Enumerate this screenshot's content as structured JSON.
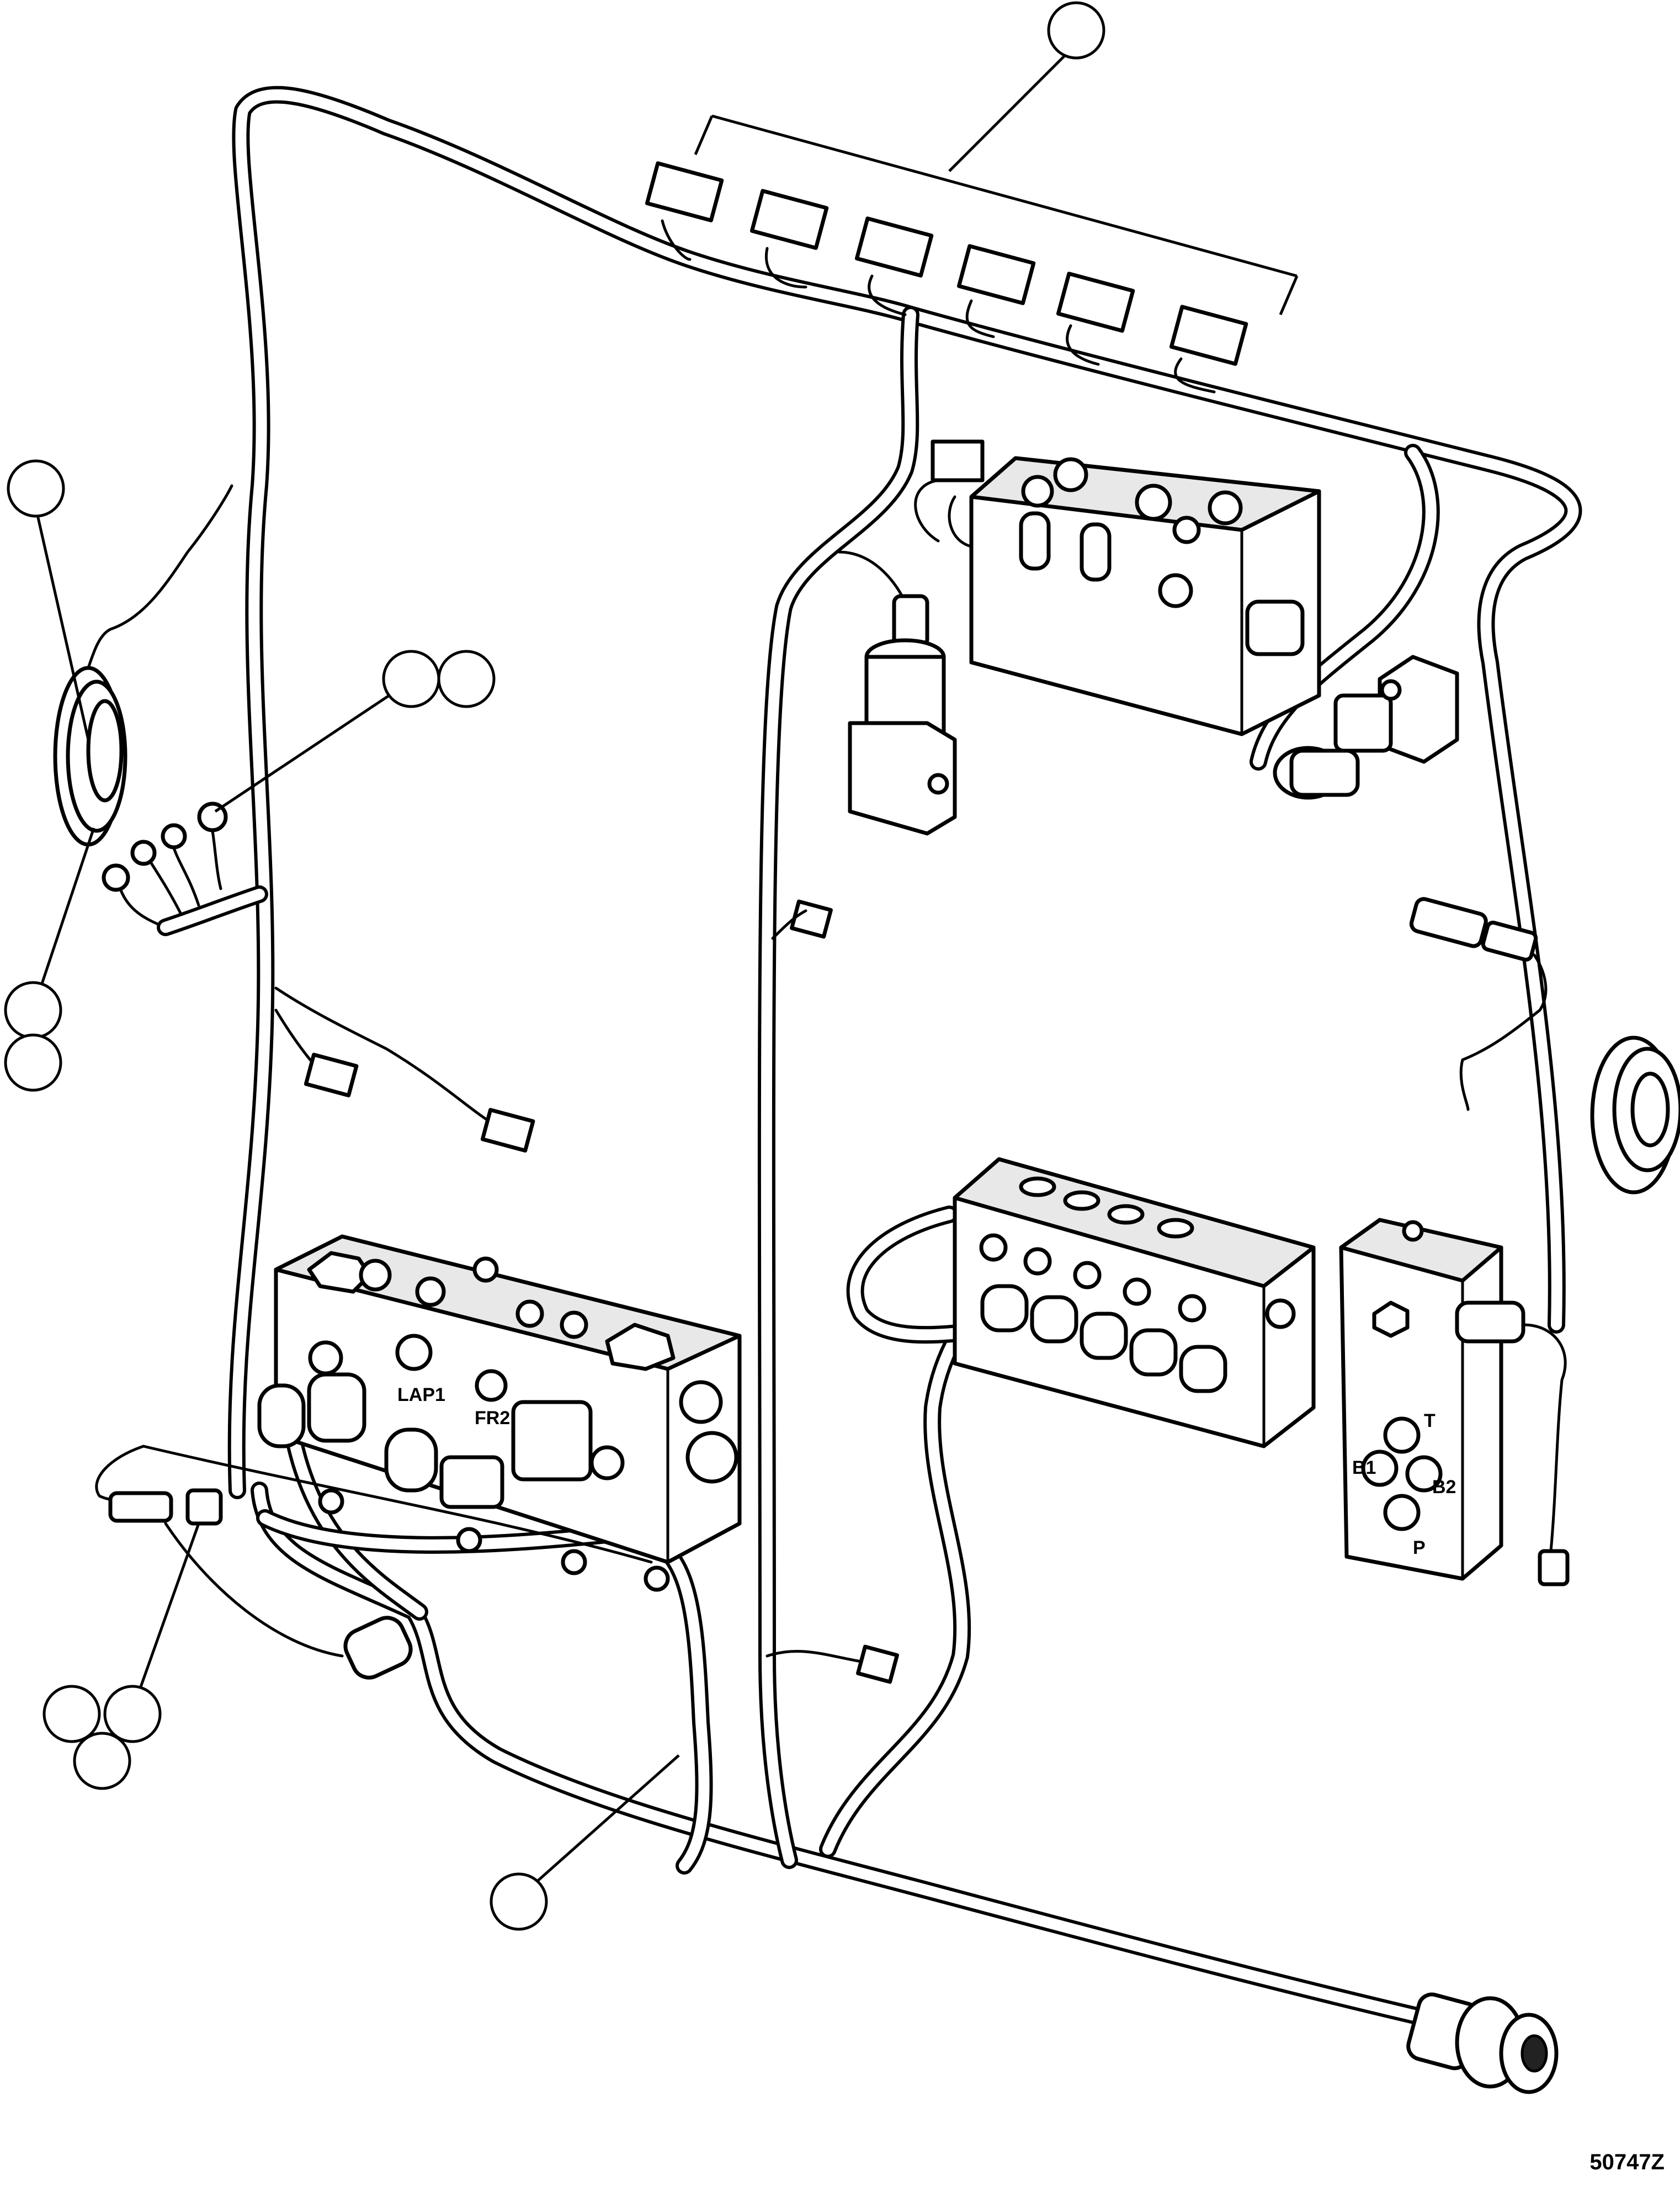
{
  "figure_number": "50747Z",
  "port_labels": {
    "lap1": "LAP1",
    "fr2": "FR2",
    "t": "T",
    "b1": "B1",
    "b2": "B2",
    "p": "P"
  }
}
